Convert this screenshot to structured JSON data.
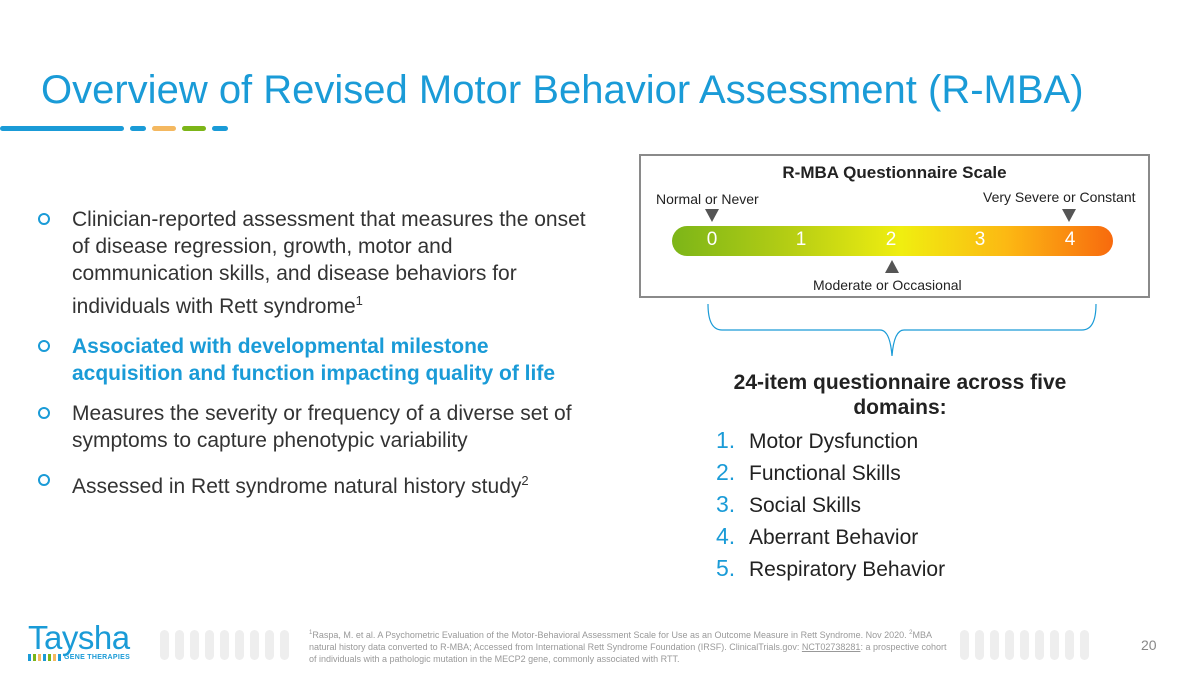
{
  "slide": {
    "title": "Overview of Revised Motor Behavior Assessment (R-MBA)",
    "accent_colors": [
      "#1a9bd7",
      "#1a9bd7",
      "#f4b860",
      "#7cb518",
      "#1a9bd7"
    ],
    "page_number": "20"
  },
  "bullets": [
    {
      "text": "Clinician-reported assessment that measures the onset of disease regression, growth, motor and communication skills, and disease behaviors for individuals with Rett syndrome",
      "sup": "1",
      "highlight": false
    },
    {
      "text": "Associated with developmental milestone acquisition and function impacting quality of life",
      "sup": "",
      "highlight": true
    },
    {
      "text": "Measures the severity or frequency of a diverse set of symptoms to capture phenotypic variability",
      "sup": "",
      "highlight": false
    },
    {
      "text": "Assessed in Rett syndrome natural history study",
      "sup": "2",
      "highlight": false
    }
  ],
  "scale": {
    "title": "R-MBA Questionnaire Scale",
    "label_low": "Normal or Never",
    "label_high": "Very Severe or Constant",
    "label_mid": "Moderate or Occasional",
    "values": [
      "0",
      "1",
      "2",
      "3",
      "4"
    ],
    "gradient_colors": [
      "#7cb518",
      "#b8cf14",
      "#f0ee10",
      "#fcb813",
      "#f86a0e"
    ]
  },
  "domains": {
    "heading": "24-item questionnaire across five domains:",
    "items": [
      {
        "num": "1.",
        "label": "Motor Dysfunction"
      },
      {
        "num": "2.",
        "label": "Functional Skills"
      },
      {
        "num": "3.",
        "label": "Social Skills"
      },
      {
        "num": "4.",
        "label": "Aberrant Behavior"
      },
      {
        "num": "5.",
        "label": "Respiratory Behavior"
      }
    ]
  },
  "footer": {
    "logo_word": "Taysha",
    "logo_sub": "GENE THERAPIES",
    "ref1_sup": "1",
    "ref1": "Raspa, M. et al. A Psychometric Evaluation of the Motor-Behavioral Assessment Scale for Use as an Outcome Measure in Rett Syndrome. Nov 2020. ",
    "ref2_sup": "2",
    "ref2": "MBA natural history data converted to R-MBA; Accessed from International Rett Syndrome Foundation (IRSF). ClinicalTrials.gov: ",
    "ref2_link": "NCT02738281",
    "ref2_tail": ": a prospective cohort of individuals with a pathologic mutation in the MECP2 gene, commonly associated with RTT."
  }
}
